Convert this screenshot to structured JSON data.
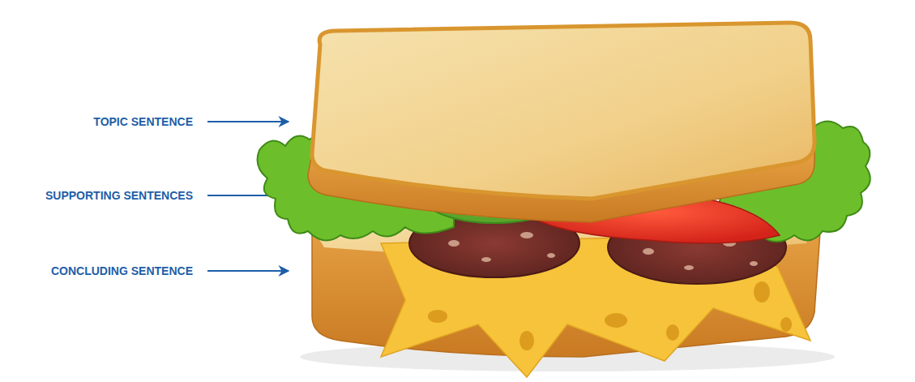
{
  "diagram": {
    "labels": [
      "TOPIC SENTENCE",
      "SUPPORTING SENTENCES",
      "CONCLUDING SENTENCE"
    ]
  }
}
